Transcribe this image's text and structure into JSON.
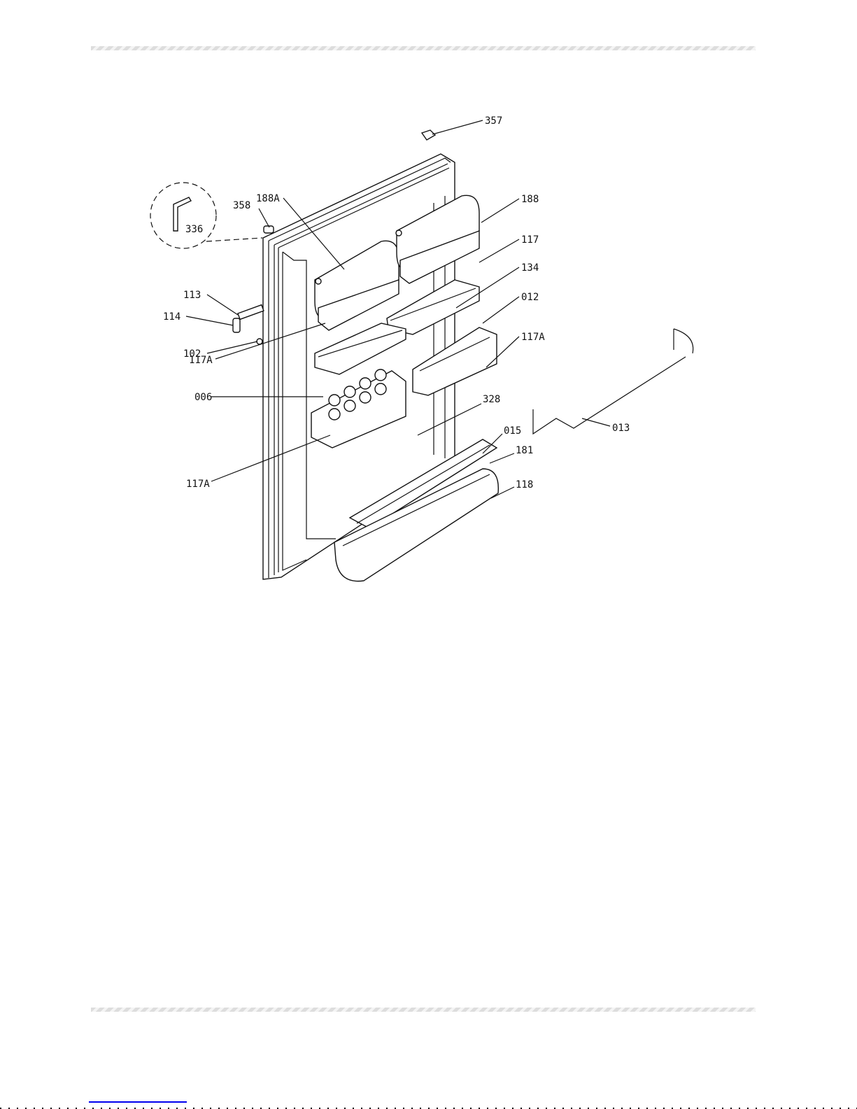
{
  "diagram": {
    "title": "Refrigerator door exploded parts view",
    "labels": {
      "p357": "357",
      "p358": "358",
      "p188A": "188A",
      "p336": "336",
      "p188": "188",
      "p117": "117",
      "p134": "134",
      "p012": "012",
      "p117A_right": "117A",
      "p113": "113",
      "p114": "114",
      "p102": "102",
      "p117A_left_upper": "117A",
      "p006": "006",
      "p328": "328",
      "p013": "013",
      "p015": "015",
      "p181": "181",
      "p118": "118",
      "p117A_left_lower": "117A"
    }
  },
  "colors": {
    "line": "#111111",
    "link": "#0000ee"
  }
}
